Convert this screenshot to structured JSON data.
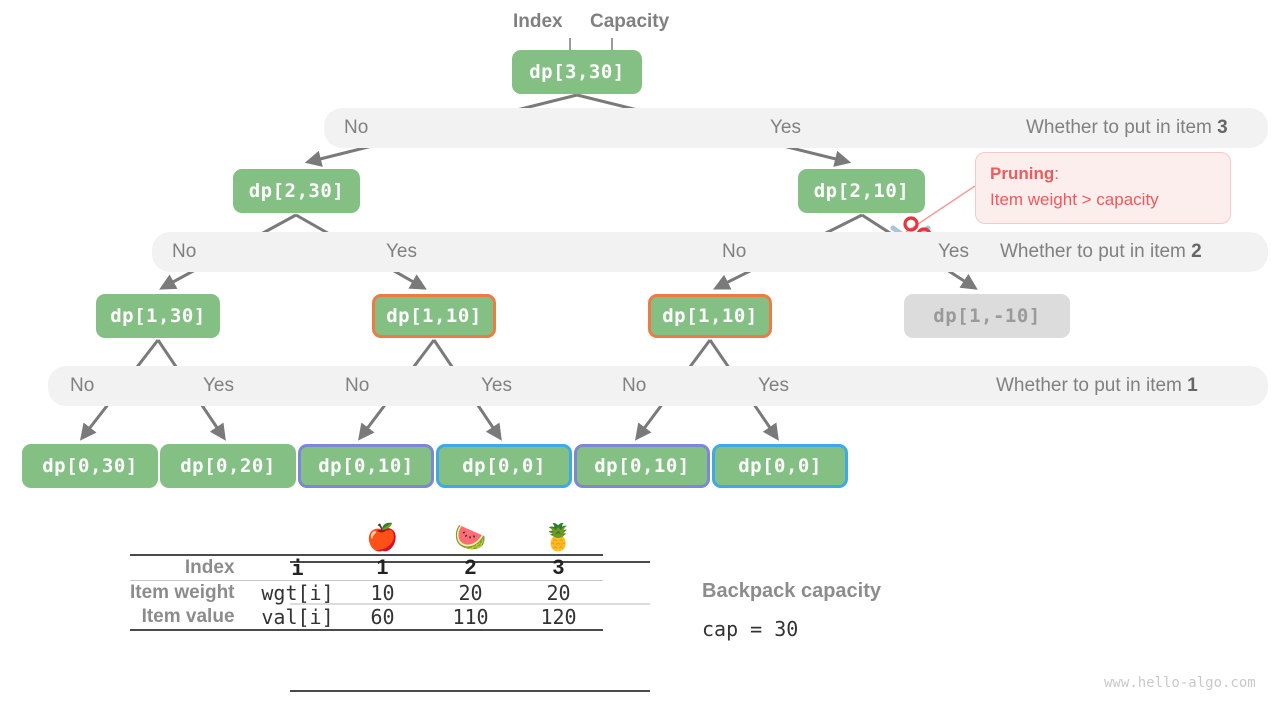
{
  "title_labels": {
    "index": "Index",
    "capacity": "Capacity"
  },
  "tree": {
    "root": {
      "label": "dp[3,30]"
    },
    "level2": [
      {
        "label": "dp[2,30]"
      },
      {
        "label": "dp[2,10]"
      }
    ],
    "level3": [
      {
        "label": "dp[1,30]",
        "style": "plain"
      },
      {
        "label": "dp[1,10]",
        "style": "orange"
      },
      {
        "label": "dp[1,10]",
        "style": "orange"
      },
      {
        "label": "dp[1,-10]",
        "style": "muted"
      }
    ],
    "level4": [
      {
        "label": "dp[0,30]",
        "style": "plain"
      },
      {
        "label": "dp[0,20]",
        "style": "plain"
      },
      {
        "label": "dp[0,10]",
        "style": "purple"
      },
      {
        "label": "dp[0,0]",
        "style": "blue"
      },
      {
        "label": "dp[0,10]",
        "style": "purple"
      },
      {
        "label": "dp[0,0]",
        "style": "blue"
      }
    ]
  },
  "bands": [
    {
      "row_label_prefix": "Whether to put in item ",
      "row_label_item": "3",
      "choices": [
        "No",
        "Yes"
      ]
    },
    {
      "row_label_prefix": "Whether to put in item ",
      "row_label_item": "2",
      "choices": [
        "No",
        "Yes",
        "No",
        "Yes"
      ]
    },
    {
      "row_label_prefix": "Whether to put in item ",
      "row_label_item": "1",
      "choices": [
        "No",
        "Yes",
        "No",
        "Yes",
        "No",
        "Yes"
      ]
    }
  ],
  "pruning": {
    "title": "Pruning",
    "colon": ":",
    "reason": "Item weight > capacity"
  },
  "table": {
    "emoji_header": [
      "🍎",
      "🍉",
      "🍍"
    ],
    "rows": [
      {
        "head": "Index",
        "key": "i",
        "values": [
          "1",
          "2",
          "3"
        ]
      },
      {
        "head": "Item weight",
        "key": "wgt[i]",
        "values": [
          "10",
          "20",
          "20"
        ]
      },
      {
        "head": "Item value",
        "key": "val[i]",
        "values": [
          "60",
          "110",
          "120"
        ]
      }
    ]
  },
  "capacity_note": {
    "title": "Backpack capacity",
    "value": "cap = 30"
  },
  "watermark": "www.hello-algo.com",
  "colors": {
    "node_green": "#84c084",
    "orange_border": "#ec7b46",
    "purple_border": "#7e86d6",
    "blue_border": "#3fa9e8",
    "muted_fill": "#dcdcdc",
    "band_bg": "#f2f2f2",
    "arrow": "#7a7a7a",
    "prune_red": "#ef5a5a"
  }
}
